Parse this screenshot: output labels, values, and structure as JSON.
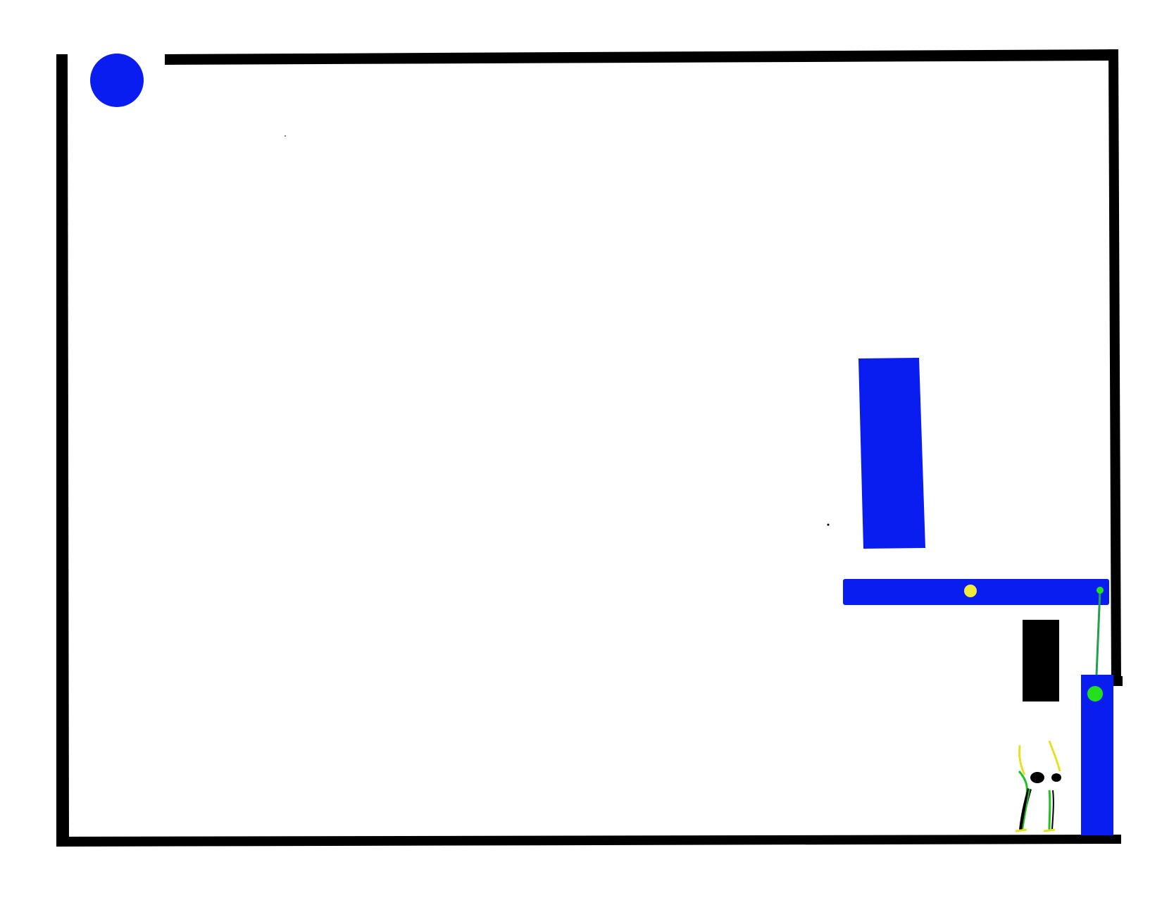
{
  "scene": {
    "title": "",
    "palette": {
      "wall": "#000000",
      "blue_block": "#0a1df0",
      "marker": "#22e01e",
      "highlight": "#f2ea3a",
      "background": "#ffffff"
    },
    "objects": [
      {
        "id": "boundary-wall",
        "kind": "static-wall",
        "color": "wall"
      },
      {
        "id": "blue-ball",
        "kind": "dynamic-ball",
        "color": "blue_block"
      },
      {
        "id": "tall-blue-block",
        "kind": "dynamic-bar",
        "color": "blue_block"
      },
      {
        "id": "blue-shelf",
        "kind": "dynamic-bar",
        "color": "blue_block"
      },
      {
        "id": "black-block",
        "kind": "static-block",
        "color": "wall"
      },
      {
        "id": "blue-pillar",
        "kind": "dynamic-bar",
        "color": "blue_block"
      },
      {
        "id": "green-tether",
        "kind": "joint",
        "color": "marker"
      },
      {
        "id": "yellow-spot",
        "kind": "marker",
        "color": "highlight"
      },
      {
        "id": "green-goal-marker",
        "kind": "goal",
        "color": "marker"
      },
      {
        "id": "scribble-figure",
        "kind": "drawn-figure",
        "color": "wall"
      }
    ]
  }
}
